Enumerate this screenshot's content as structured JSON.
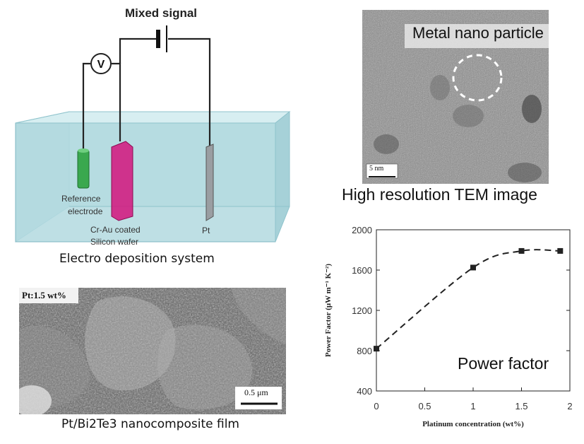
{
  "deposition": {
    "mixed_signal_label": "Mixed signal",
    "voltmeter_label": "V",
    "reference_label_1": "Reference",
    "reference_label_2": "electrode",
    "crau_label_1": "Cr-Au coated",
    "crau_label_2": "Silicon wafer",
    "pt_label": "Pt",
    "caption": "Electro deposition system"
  },
  "tem": {
    "overlay_label": "Metal nano particle",
    "scale_label": "5 nm",
    "caption": "High resolution TEM image"
  },
  "sem": {
    "tag": "Pt:1.5 wt%",
    "scale_label": "0.5 μm",
    "caption": "Pt/Bi2Te3 nanocomposite film"
  },
  "chart_data": {
    "type": "line",
    "title": "",
    "overlay_label": "Power factor",
    "xlabel": "Platinum concentration (wt%)",
    "ylabel": "Power Factor (μW m⁻¹ K⁻²)",
    "xlim": [
      0,
      2
    ],
    "ylim": [
      400,
      2000
    ],
    "x_ticks": [
      "0",
      "0.5",
      "1",
      "1.5",
      "2"
    ],
    "y_ticks": [
      "400",
      "800",
      "1200",
      "1600",
      "2000"
    ],
    "series": [
      {
        "x": [
          0,
          1.0,
          1.5,
          1.9
        ],
        "y": [
          820,
          1625,
          1790,
          1790
        ]
      }
    ]
  },
  "colors": {
    "tank_water": "#b8dde3",
    "tank_edge": "#7fb7c2",
    "reference_green": "#3aa84f",
    "wafer_magenta": "#d4147c",
    "pt_gray": "#9a9ea2"
  }
}
